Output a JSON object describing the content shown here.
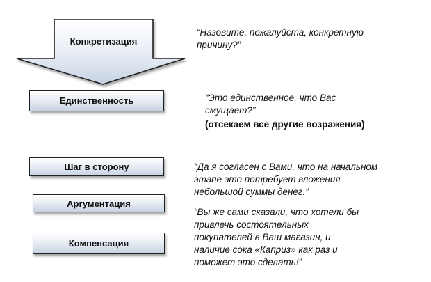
{
  "steps": [
    {
      "label": "Конкретизация"
    },
    {
      "label": "Единственность"
    },
    {
      "label": "Шаг в сторону"
    },
    {
      "label": "Аргументация"
    },
    {
      "label": "Компенсация"
    }
  ],
  "quotes": {
    "q1": "“Назовите, пожалуйста, конкретную\nпричину?”",
    "q2": "“Это единственное, что Вас\nсмущает?”",
    "q2_note": "(отсекаем все другие возражения)",
    "q3": "“Да я согласен с Вами, что на начальном\nэтапе это потребует вложения\nнебольшой суммы денег.”",
    "q4": "“Вы же сами сказали, что хотели бы\nпривлечь состоятельных\nпокупателей в Ваш магазин, и\nналичие сока «Каприз» как раз и\nпоможет это сделать!”"
  },
  "colors": {
    "box_fill_top": "#ffffff",
    "box_fill_bottom": "#c7d3e3",
    "border": "#222222"
  }
}
